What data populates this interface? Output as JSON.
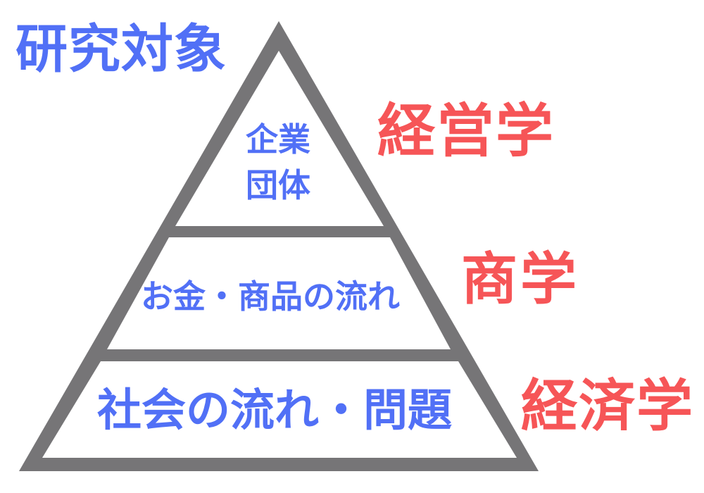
{
  "title": "研究対象",
  "pyramid": {
    "tiers": [
      {
        "lines": [
          "企業",
          "団体"
        ],
        "discipline": "経営学"
      },
      {
        "lines": [
          "お金・商品の流れ"
        ],
        "discipline": "商学"
      },
      {
        "lines": [
          "社会の流れ・問題"
        ],
        "discipline": "経済学"
      }
    ]
  },
  "colors": {
    "object_text": "#5170f6",
    "discipline_text": "#f65557",
    "pyramid_stroke": "#767577",
    "background": "#ffffff"
  }
}
